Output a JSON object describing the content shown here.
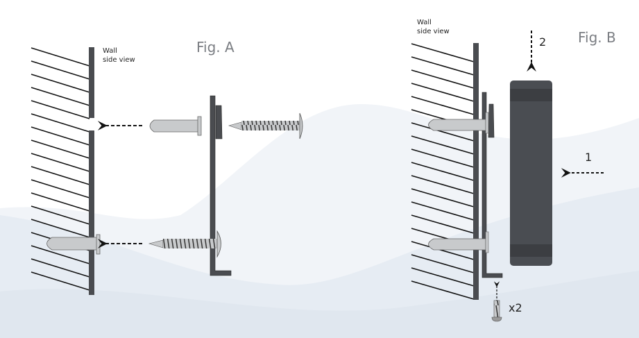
{
  "figure_a": {
    "title": "Fig. A",
    "wall_label_line1": "Wall",
    "wall_label_line2": "side view"
  },
  "figure_b": {
    "title": "Fig. B",
    "wall_label_line1": "Wall",
    "wall_label_line2": "side view",
    "step_1": "1",
    "step_2": "2",
    "screw_count": "x2"
  },
  "colors": {
    "wall": "#4a4c50",
    "anchor": "#c8cacc",
    "device": "#4a4d52",
    "bg_hill_1": "#eef2f7",
    "bg_hill_2": "#e2e8f0"
  }
}
